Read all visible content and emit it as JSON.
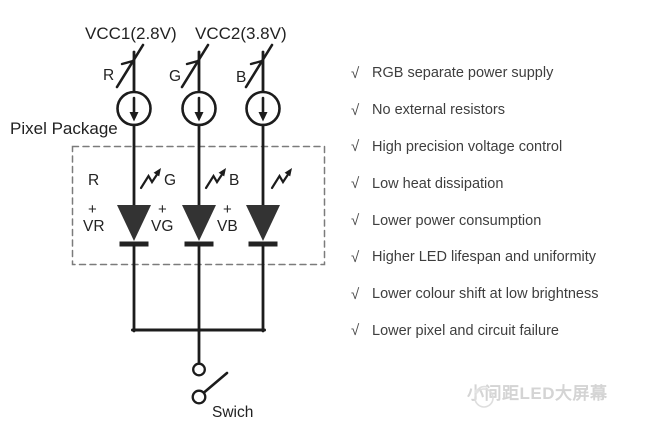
{
  "diagram": {
    "vcc1_label": "VCC1(2.8V)",
    "vcc2_label": "VCC2(3.8V)",
    "package_label": "Pixel Package",
    "branches": [
      {
        "switch_label": "R",
        "led_label": "R",
        "polarity": "+",
        "voltage_label": "VR"
      },
      {
        "switch_label": "G",
        "led_label": "G",
        "polarity": "+",
        "voltage_label": "VG"
      },
      {
        "switch_label": "B",
        "led_label": "B",
        "polarity": "+",
        "voltage_label": "VB"
      }
    ],
    "main_switch_label": "Swich"
  },
  "features": {
    "check_glyph": "√",
    "items": [
      "RGB separate power supply",
      "No external resistors",
      "High precision voltage control",
      "Low heat dissipation",
      "Lower power consumption",
      "Higher LED lifespan and uniformity",
      "Lower colour shift at low brightness",
      "Lower pixel and circuit failure"
    ]
  },
  "watermark": {
    "text": "小间距LED大屏幕"
  },
  "colors": {
    "wire": "#1c1c1c",
    "led_fill": "#333333",
    "dash_border": "#7b7b7b",
    "text": "#222222",
    "list_text": "#3e3e3e",
    "watermark_text": "#d4d4d4"
  }
}
